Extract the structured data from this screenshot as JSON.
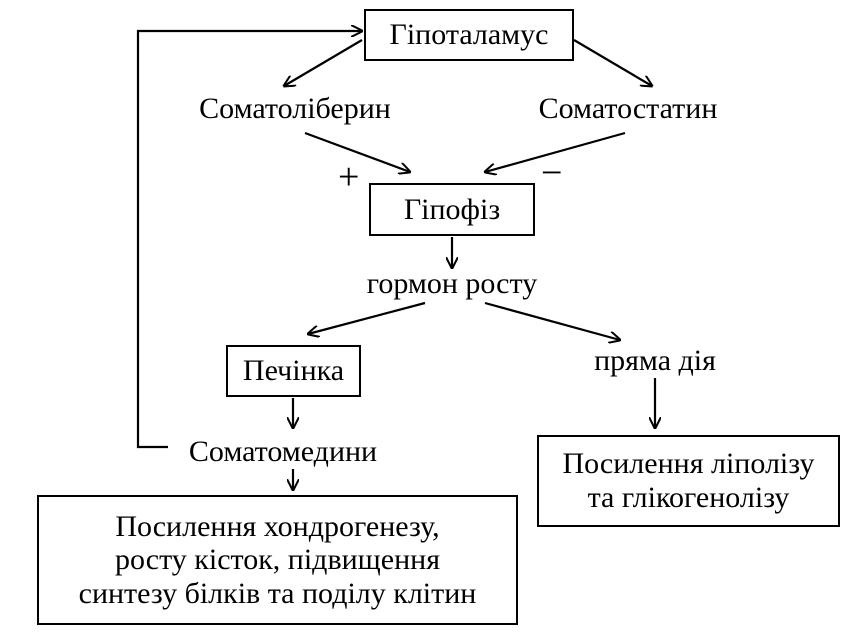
{
  "nodes": {
    "hypothalamus": "Гіпоталамус",
    "somatoliberin": "Соматоліберин",
    "somatostatin": "Соматостатин",
    "pituitary": "Гіпофіз",
    "growth_hormone": "гормон росту",
    "liver": "Печінка",
    "direct_action": "пряма дія",
    "somatomedins": "Соматомедини",
    "effect_lipolysis": [
      "Посилення ліполізу",
      "та глікогенолізу"
    ],
    "effect_growth": [
      "Посилення хондрогенезу,",
      "росту кісток, підвищення",
      "синтезу білків та поділу клітин"
    ]
  },
  "signs": {
    "stimulation": "+",
    "inhibition": "−"
  },
  "colors": {
    "ink": "#000000",
    "background": "#ffffff"
  }
}
